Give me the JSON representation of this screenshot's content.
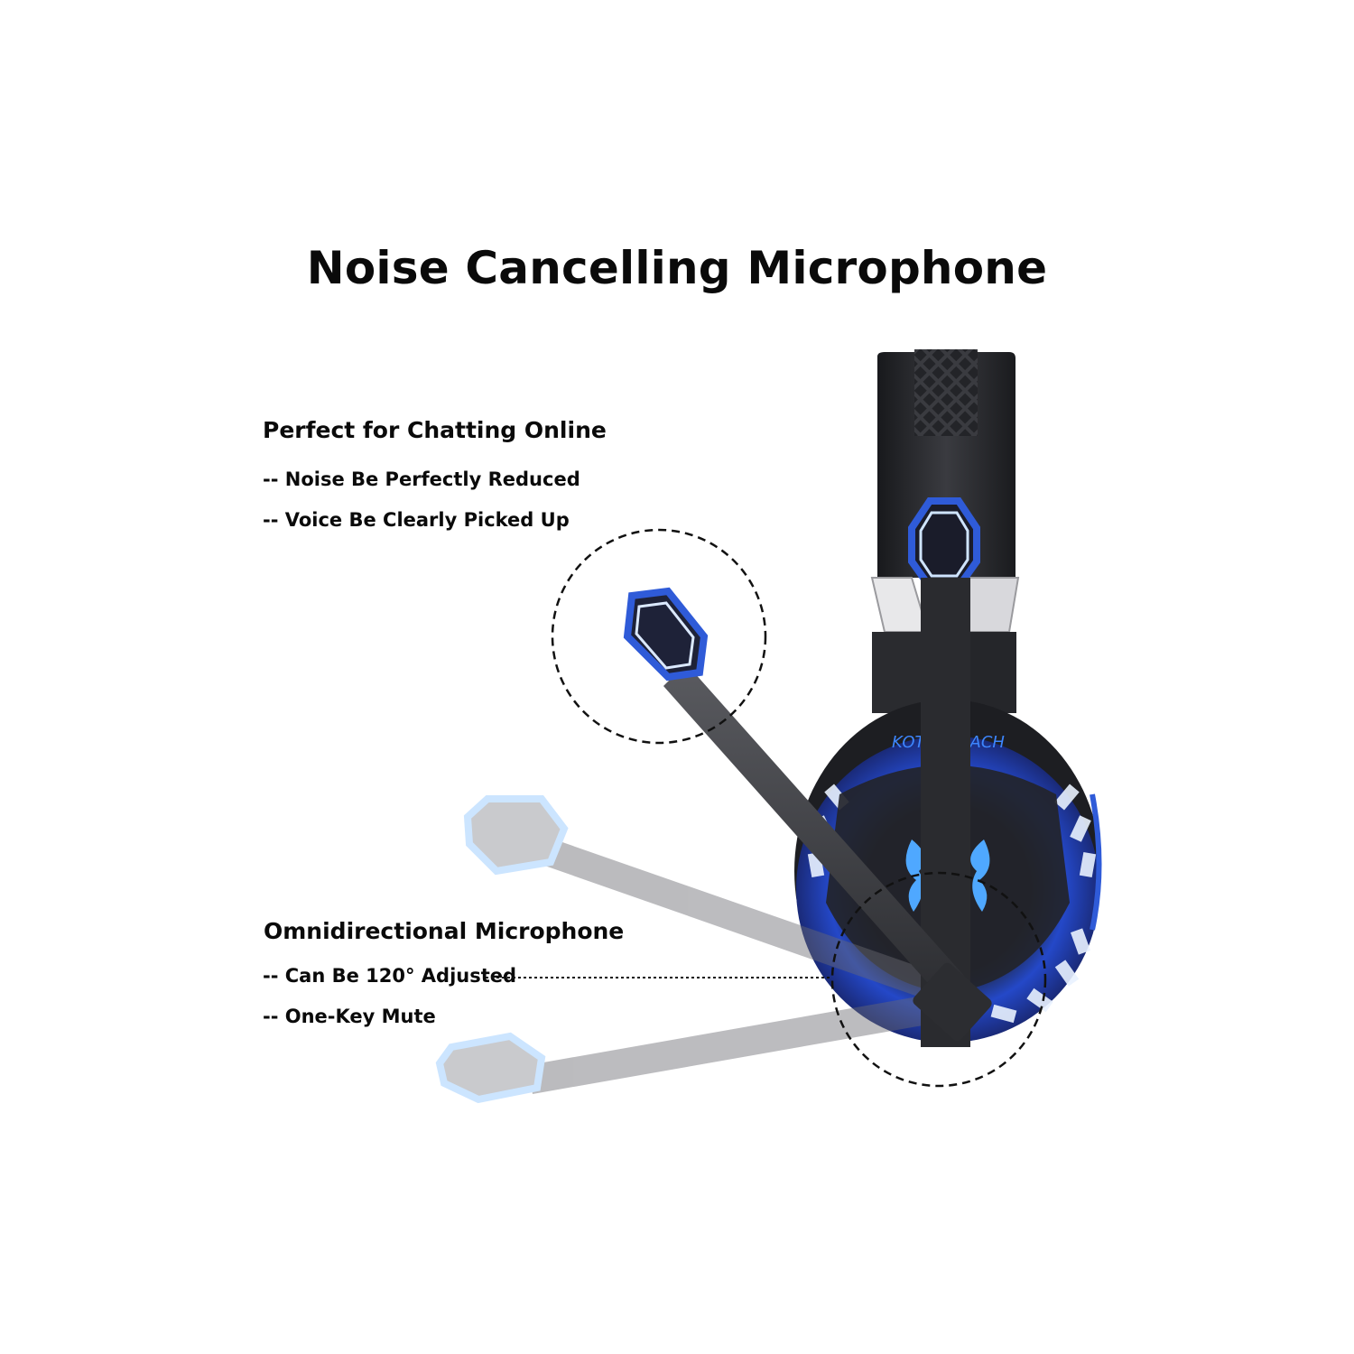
{
  "title": "Noise Cancelling Microphone",
  "features": [
    {
      "heading": "Perfect for Chatting Online",
      "lines": [
        "-- Noise Be Perfectly Reduced",
        "-- Voice Be Clearly Picked Up"
      ]
    },
    {
      "heading": "Omnidirectional Microphone",
      "lines": [
        "-- Can Be 120° Adjusted",
        "-- One-Key Mute"
      ]
    }
  ],
  "product": {
    "brand_text": "KOTION EACH",
    "accent_color": "#2f5bd8",
    "glow_color": "#8fc6ff",
    "body_color": "#2b2c30"
  }
}
